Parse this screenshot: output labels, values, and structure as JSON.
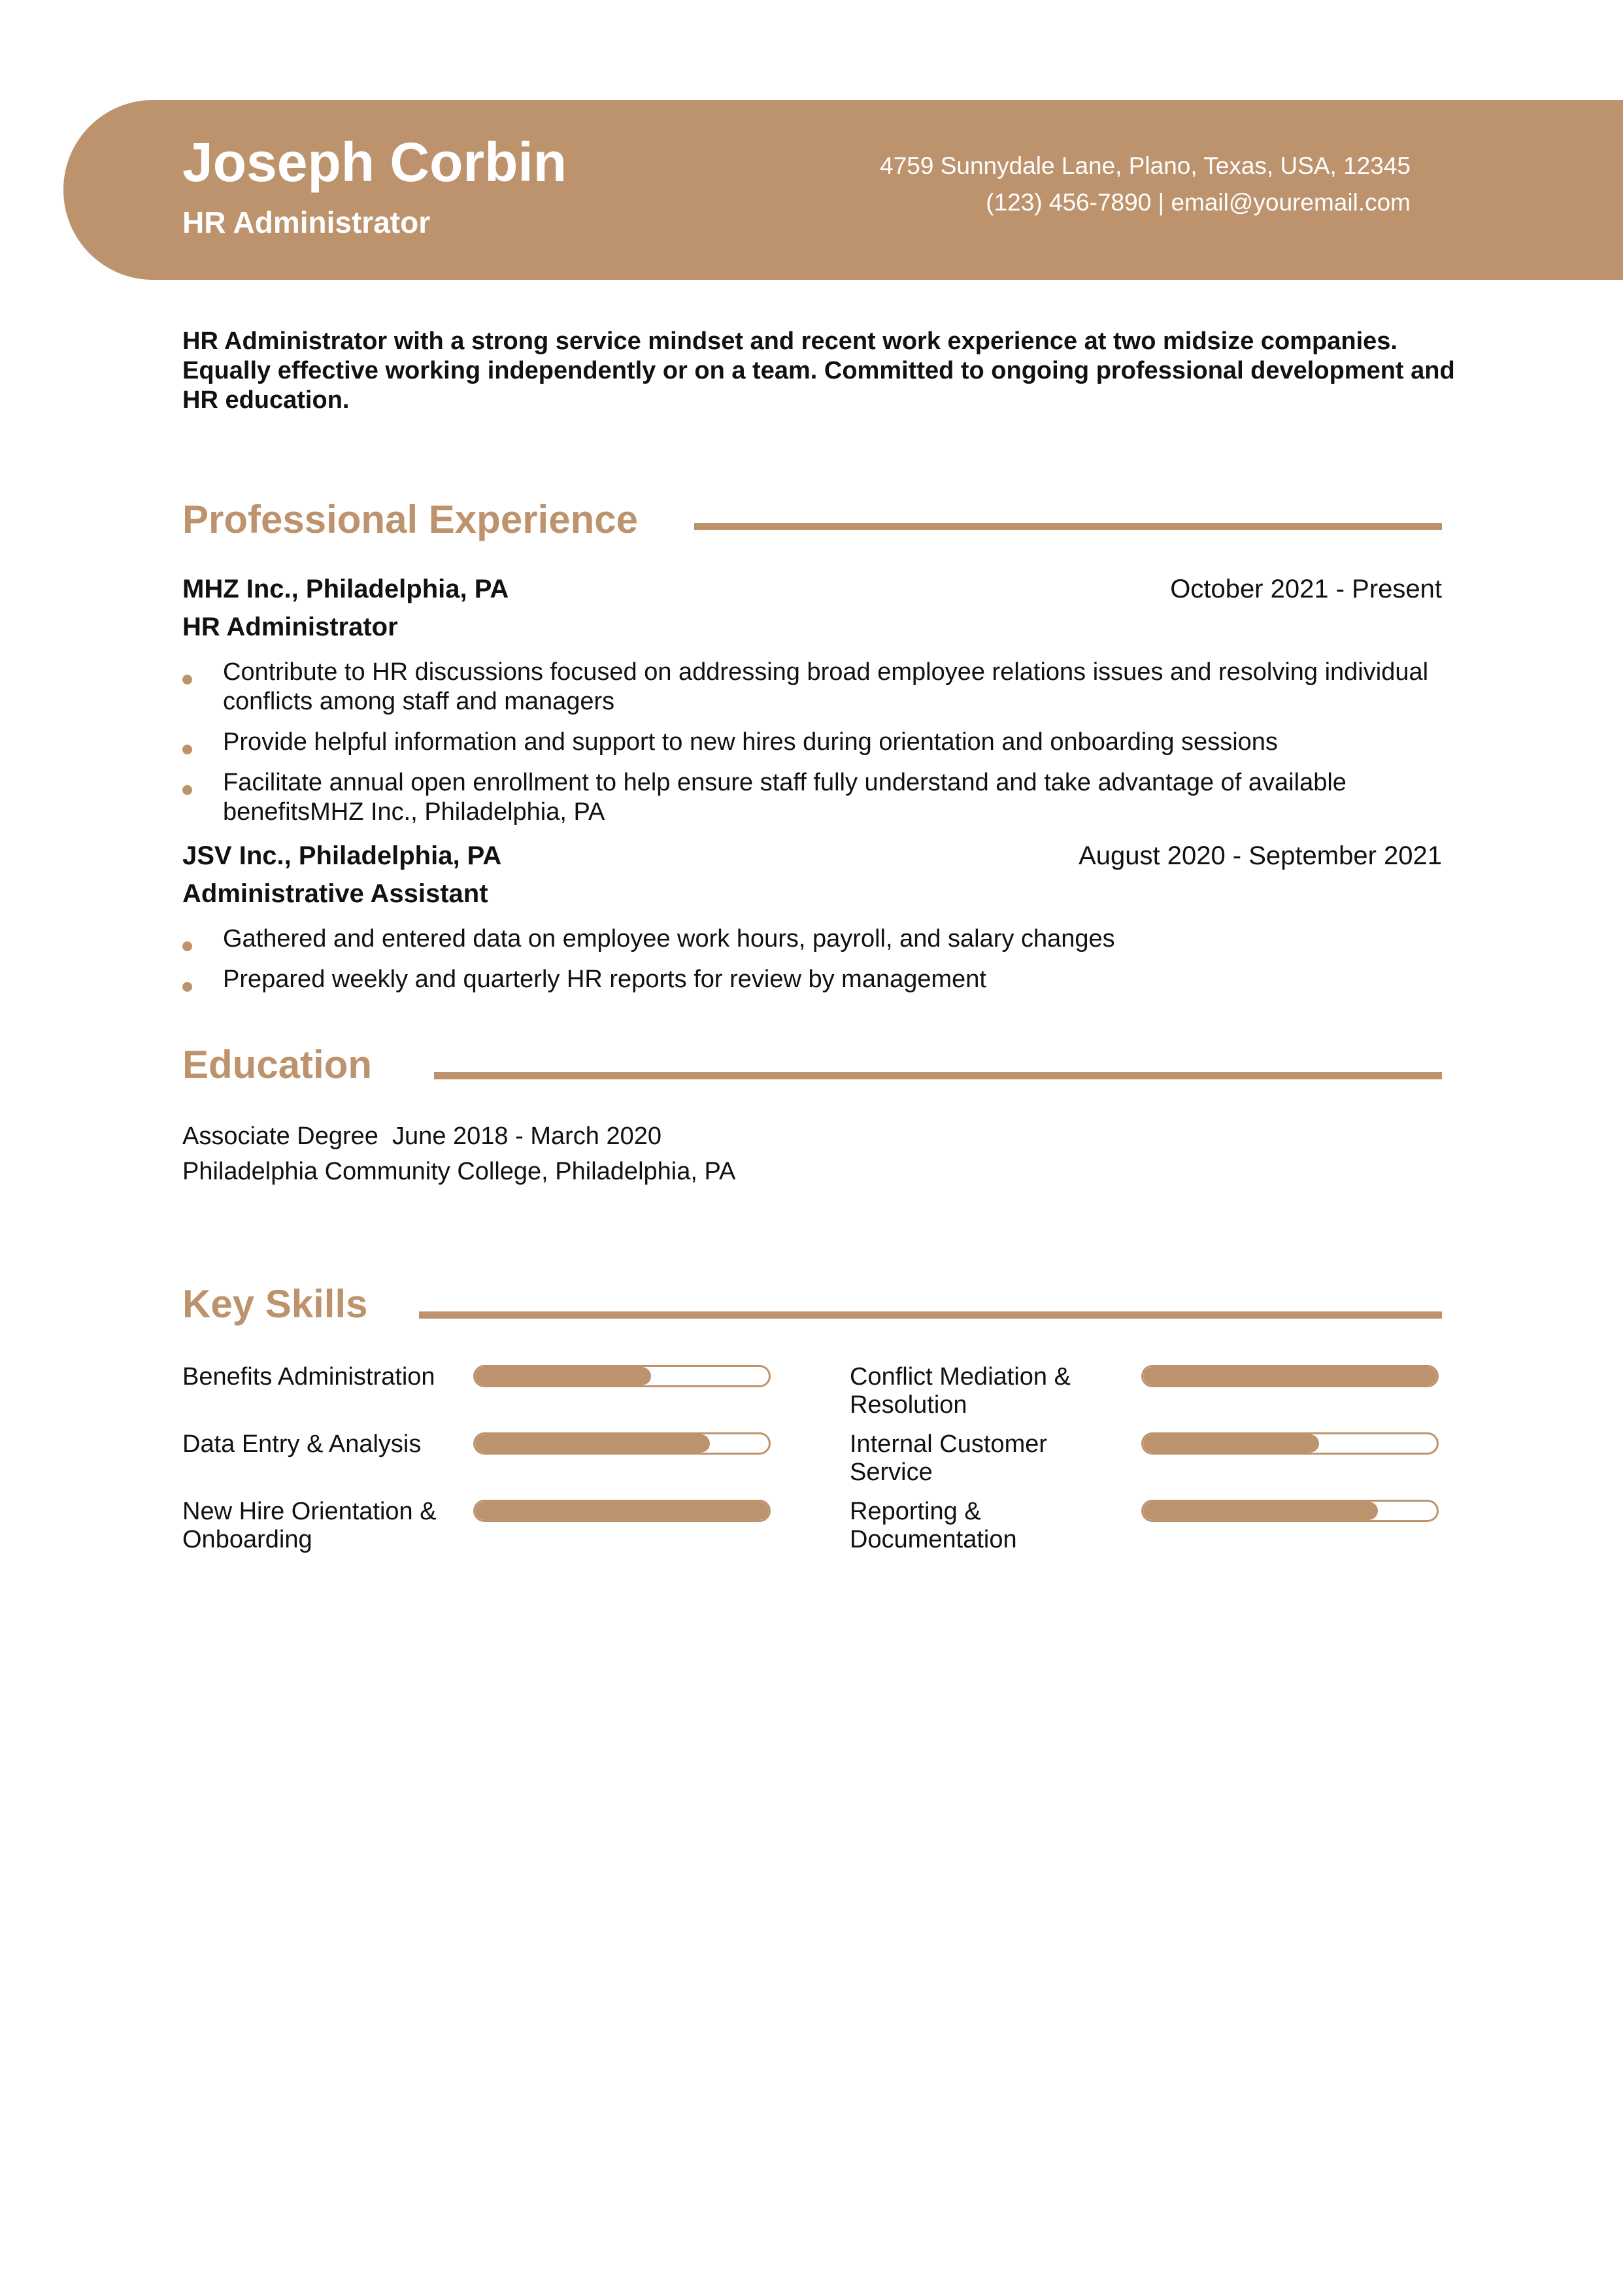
{
  "header": {
    "name": "Joseph Corbin",
    "title": "HR Administrator",
    "address": "4759 Sunnydale Lane, Plano, Texas, USA, 12345",
    "phone_email": "(123) 456-7890 |  email@youremail.com"
  },
  "summary": "HR Administrator with a strong service mindset and recent work experience at two midsize companies. Equally effective working independently or on a team. Committed to ongoing professional development and HR education.",
  "experience": {
    "heading": "Professional Experience",
    "jobs": [
      {
        "company": "MHZ Inc., Philadelphia, PA",
        "dates": "October 2021 - Present",
        "position": "HR Administrator",
        "bullets": [
          "Contribute to HR discussions focused on addressing broad employee relations issues and resolving individual conflicts among staff and managers",
          "Provide helpful information and support to new hires during orientation and onboarding sessions",
          "Facilitate annual open enrollment to help ensure staff fully understand and take advantage of available benefitsMHZ Inc., Philadelphia, PA"
        ]
      },
      {
        "company": "JSV Inc., Philadelphia, PA",
        "dates": "August 2020 - September 2021",
        "position": "Administrative Assistant",
        "bullets": [
          "Gathered and entered data on employee work hours, payroll, and salary changes",
          "Prepared weekly and quarterly HR reports for review by management"
        ]
      }
    ]
  },
  "education": {
    "heading": "Education",
    "line1": "Associate Degree  June 2018 - March 2020",
    "line2": "Philadelphia Community College, Philadelphia, PA"
  },
  "skills": {
    "heading": "Key Skills",
    "items": [
      {
        "label": "Benefits Administration",
        "level": 0.6
      },
      {
        "label": "Conflict Mediation & Resolution",
        "level": 1.0
      },
      {
        "label": "Data Entry & Analysis",
        "level": 0.8
      },
      {
        "label": "Internal Customer Service",
        "level": 0.6
      },
      {
        "label": "New Hire Orientation & Onboarding",
        "level": 1.0
      },
      {
        "label": "Reporting & Documentation",
        "level": 0.8
      }
    ]
  },
  "colors": {
    "accent": "#bd936d",
    "text": "#111111"
  }
}
